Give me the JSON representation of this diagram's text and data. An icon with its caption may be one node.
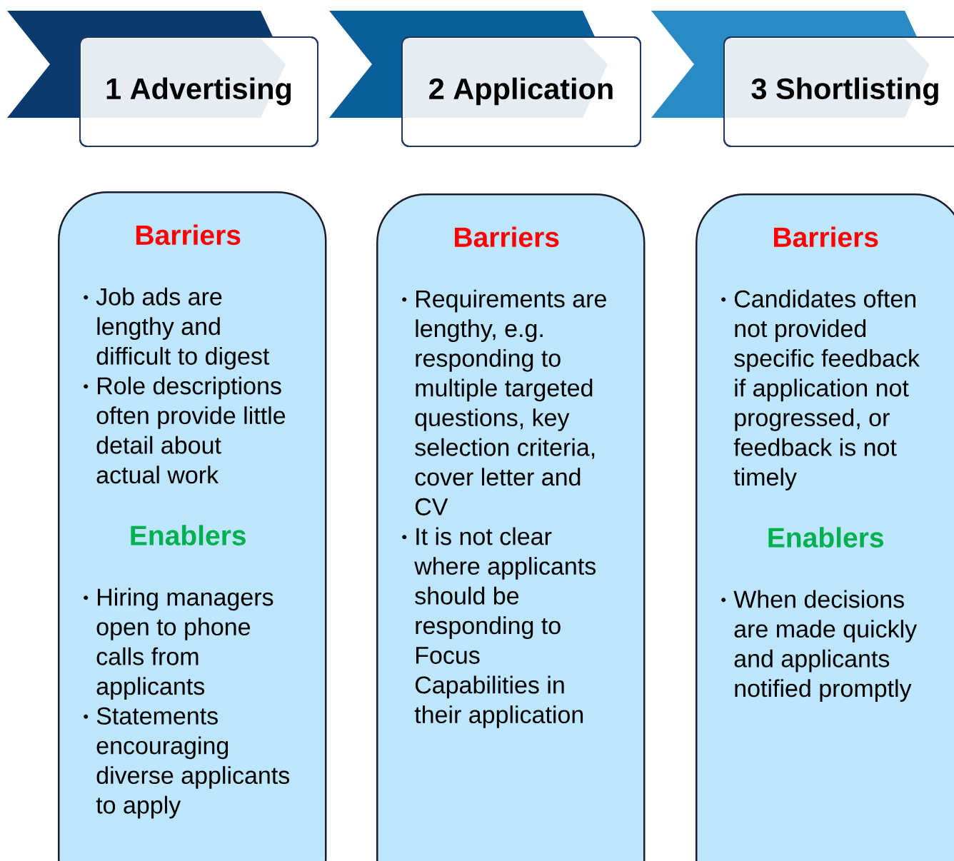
{
  "diagram": {
    "nodes": [
      {
        "text": [
          "1 Advertising"
        ]
      },
      {
        "text": [
          "2 Application"
        ]
      },
      {
        "text": [
          "3 Shortlisting"
        ]
      },
      {
        "text": [
          "Barriers",
          "Job ads are lengthy and difficult to digest",
          "Role descriptions often provide little detail about actual work",
          "Enablers",
          "Hiring managers open to phone calls from applicants",
          "Statements encouraging diverse applicants to apply"
        ]
      },
      {
        "text": [
          "Barriers",
          "Requirements are lengthy, e.g. responding to multiple targeted questions, key selection criteria, cover letter and CV",
          "It is not clear where applicants should be responding to Focus Capabilities in their application"
        ]
      },
      {
        "text": [
          "Barriers",
          "Candidates often not provided specific feedback if application not progressed, or feedback is not timely",
          "Enablers",
          "When decisions are made quickly and applicants notified promptly"
        ]
      }
    ]
  }
}
